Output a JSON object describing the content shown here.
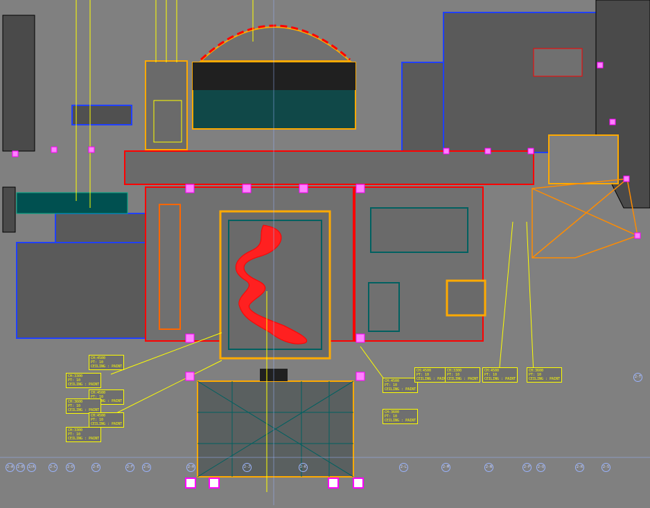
{
  "drawing": {
    "rooms": [
      {
        "id": "ballroom-main"
      },
      {
        "id": "stage"
      },
      {
        "id": "prefunction"
      },
      {
        "id": "entrance-canopy"
      }
    ],
    "ceiling_tags": [
      {
        "code": "CH:4500",
        "spec": "PT: 10",
        "note": "CEILING : PAINT"
      },
      {
        "code": "CH:3300",
        "spec": "PT: 10",
        "note": "CEILING : PAINT"
      },
      {
        "code": "CH:4500",
        "spec": "PT: 10",
        "note": "CEILING : PAINT"
      },
      {
        "code": "CH:3600",
        "spec": "PT: 10",
        "note": "CEILING : PAINT"
      },
      {
        "code": "CH:4500",
        "spec": "PT: 10",
        "note": "CEILING : PAINT"
      },
      {
        "code": "CH:3300",
        "spec": "PT: 10",
        "note": "CEILING : PAINT"
      },
      {
        "code": "CH:4500",
        "spec": "PT: 10",
        "note": "CEILING : PAINT"
      },
      {
        "code": "CH:3600",
        "spec": "PT: 10",
        "note": "CEILING : PAINT"
      },
      {
        "code": "CH:4500",
        "spec": "PT: 10",
        "note": "CEILING : PAINT"
      },
      {
        "code": "CH:3300",
        "spec": "PT: 10",
        "note": "CEILING : PAINT"
      },
      {
        "code": "CH:4500",
        "spec": "PT: 10",
        "note": "CEILING : PAINT"
      },
      {
        "code": "CH:3600",
        "spec": "PT: 10",
        "note": "CEILING : PAINT"
      }
    ],
    "grid_labels": [
      "2-A",
      "2-B",
      "2/A",
      "2-C",
      "2-D",
      "2-E",
      "2-F",
      "2-G",
      "2-H",
      "2-J",
      "2-K",
      "2-L",
      "2-M",
      "2-N",
      "2-P",
      "2-Q",
      "2-R",
      "2-S",
      "2-T"
    ],
    "colors": {
      "background": "#808080",
      "wall": "#2040ff",
      "column": "#ff00ff",
      "ceiling": "#ff8c00",
      "outline": "#ff0000",
      "text": "#ffff00",
      "green": "#006060"
    }
  }
}
